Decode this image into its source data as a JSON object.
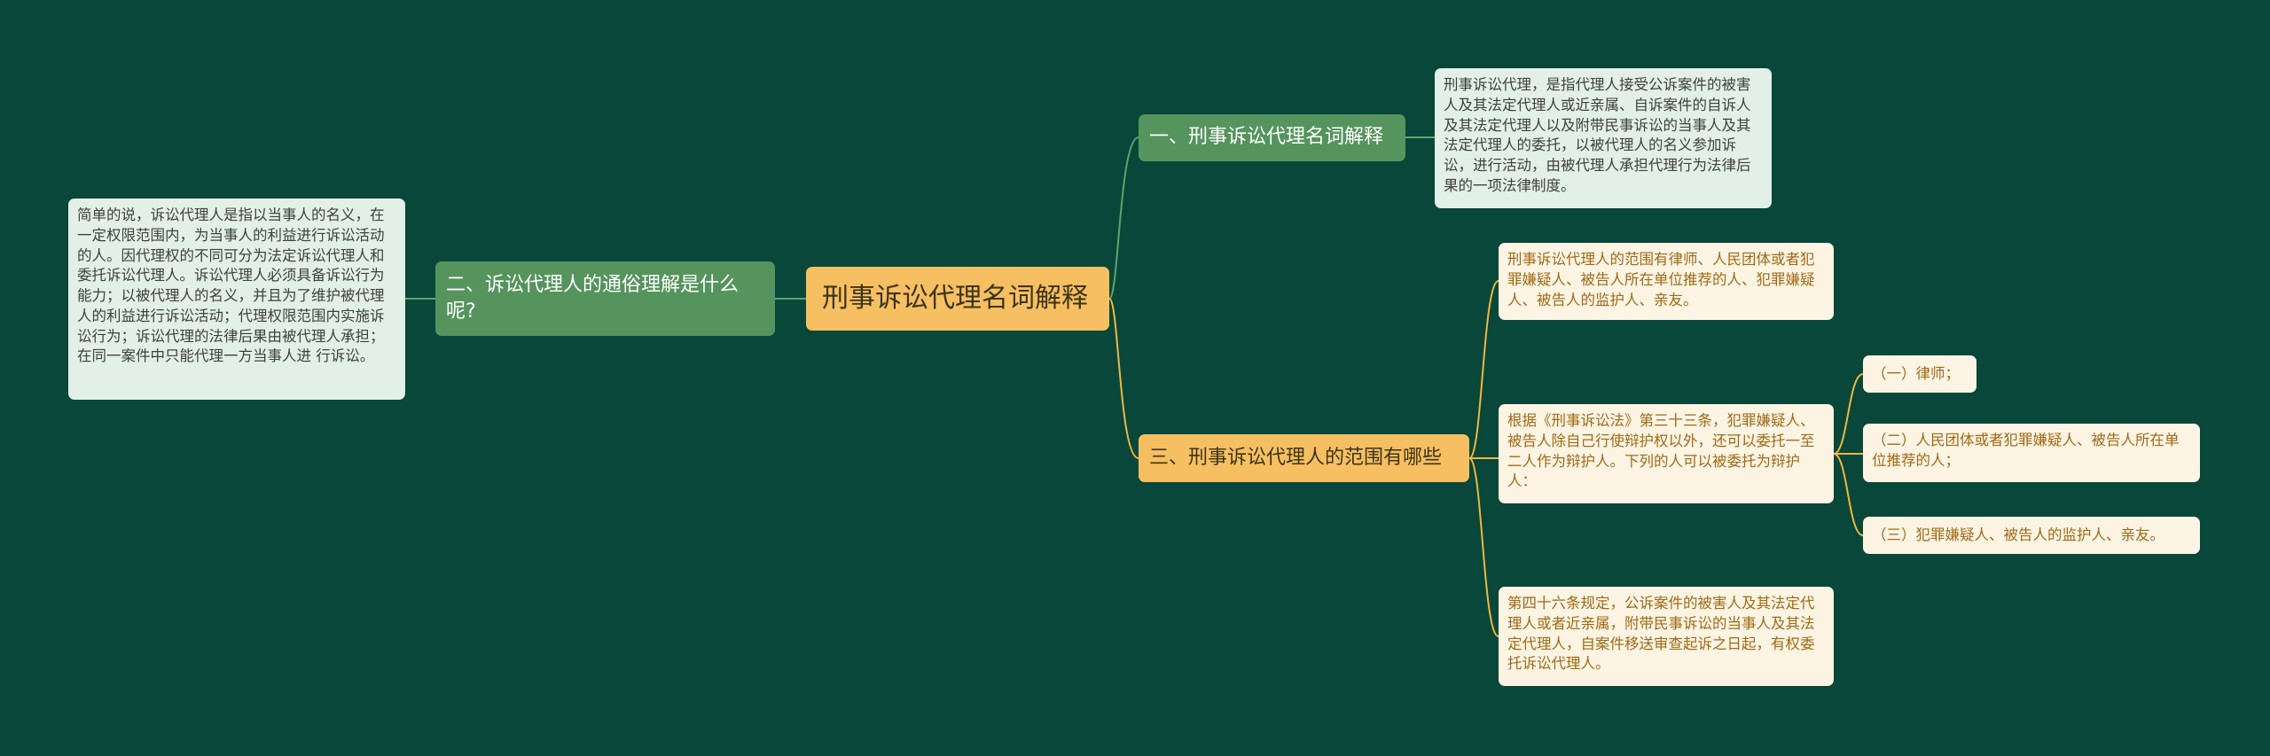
{
  "root": {
    "label": "刑事诉讼代理名词解释"
  },
  "branches": {
    "b1": {
      "label": "一、刑事诉讼代理名词解释",
      "detail": "刑事诉讼代理，是指代理人接受公诉案件的被害人及其法定代理人或近亲属、自诉案件的自诉人及其法定代理人以及附带民事诉讼的当事人及其法定代理人的委托，以被代理人的名义参加诉讼，进行活动，由被代理人承担代理行为法律后果的一项法律制度。"
    },
    "b2": {
      "label": "二、诉讼代理人的通俗理解是什么呢?",
      "detail": "简单的说，诉讼代理人是指以当事人的名义，在一定权限范围内，为当事人的利益进行诉讼活动的人。因代理权的不同可分为法定诉讼代理人和委托诉讼代理人。诉讼代理人必须具备诉讼行为能力；以被代理人的名义，并且为了维护被代理人的利益进行诉讼活动；代理权限范围内实施诉讼行为；诉讼代理的法律后果由被代理人承担；在同一案件中只能代理一方当事人进 行诉讼。"
    },
    "b3": {
      "label": "三、刑事诉讼代理人的范围有哪些",
      "children": [
        "刑事诉讼代理人的范围有律师、人民团体或者犯罪嫌疑人、被告人所在单位推荐的人、犯罪嫌疑人、被告人的监护人、亲友。",
        "根据《刑事诉讼法》第三十三条，犯罪嫌疑人、被告人除自己行使辩护权以外，还可以委托一至二人作为辩护人。下列的人可以被委托为辩护人：",
        "第四十六条规定，公诉案件的被害人及其法定代理人或者近亲属，附带民事诉讼的当事人及其法定代理人，自案件移送审查起诉之日起，有权委托诉讼代理人。"
      ],
      "sub_items": [
        "（一）律师；",
        "（二）人民团体或者犯罪嫌疑人、被告人所在单位推荐的人；",
        "（三）犯罪嫌疑人、被告人的监护人、亲友。"
      ]
    }
  },
  "colors": {
    "background": "#08473a",
    "root_fill": "#f6bf61",
    "green_branch_fill": "#55945d",
    "green_leaf_fill": "#e3f0e8",
    "cream_leaf_fill": "#fdf4e4",
    "green_link": "#5fa56a",
    "orange_link": "#f2b63f"
  }
}
